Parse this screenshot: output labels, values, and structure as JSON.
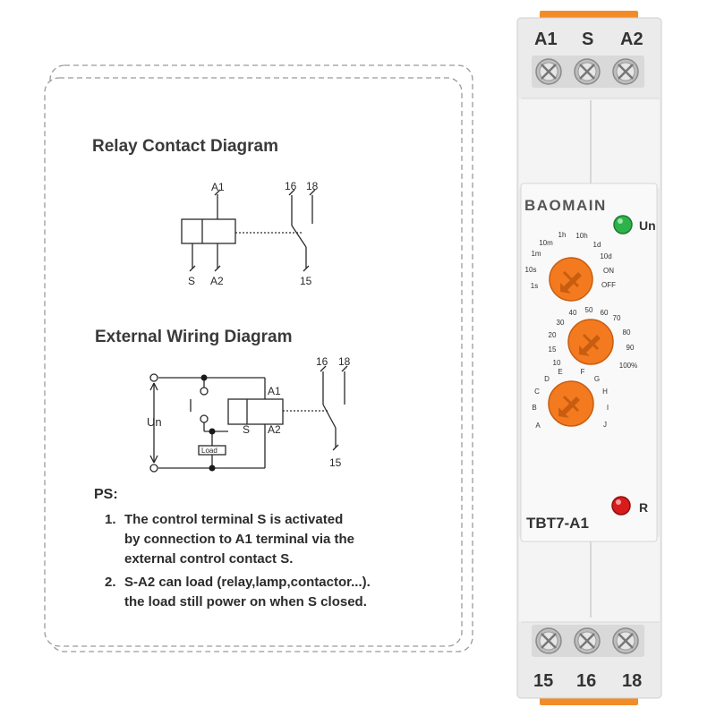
{
  "relay_contact_diagram": {
    "title": "Relay Contact Diagram",
    "labels": {
      "a1": "A1",
      "s": "S",
      "a2": "A2",
      "t16": "16",
      "t18": "18",
      "t15": "15"
    }
  },
  "external_wiring_diagram": {
    "title": "External Wiring Diagram",
    "labels": {
      "un": "Un",
      "load": "Load",
      "a1": "A1",
      "s": "S",
      "a2": "A2",
      "t16": "16",
      "t18": "18",
      "t15": "15"
    }
  },
  "ps": {
    "title": "PS:",
    "notes": [
      {
        "number": "1.",
        "lines": [
          "The control terminal S is activated",
          "by connection to A1 terminal via the",
          "external control contact S."
        ]
      },
      {
        "number": "2.",
        "lines": [
          "S-A2 can load (relay,lamp,contactor...).",
          "the load still power on when S closed."
        ]
      }
    ]
  },
  "device": {
    "brand": "BAOMAIN",
    "model": "TBT7-A1",
    "top_terminals": [
      "A1",
      "S",
      "A2"
    ],
    "bottom_terminals": [
      "15",
      "16",
      "18"
    ],
    "power_led_label": "Un",
    "relay_led_label": "R",
    "time_range_dial": {
      "labels": [
        "1s",
        "10s",
        "1m",
        "10m",
        "1h",
        "10h",
        "1d",
        "10d",
        "ON",
        "OFF"
      ]
    },
    "percent_dial": {
      "labels": [
        "10",
        "15",
        "20",
        "30",
        "40",
        "50",
        "60",
        "70",
        "80",
        "90",
        "100%"
      ]
    },
    "function_dial": {
      "labels": [
        "A",
        "B",
        "C",
        "D",
        "E",
        "F",
        "G",
        "H",
        "I",
        "J"
      ]
    },
    "colors": {
      "knob": "#f47a20",
      "terminal_strip": "#f28c28",
      "power_led": "#2db34a",
      "relay_led": "#d81b1b",
      "brand_text": "#555555"
    }
  }
}
